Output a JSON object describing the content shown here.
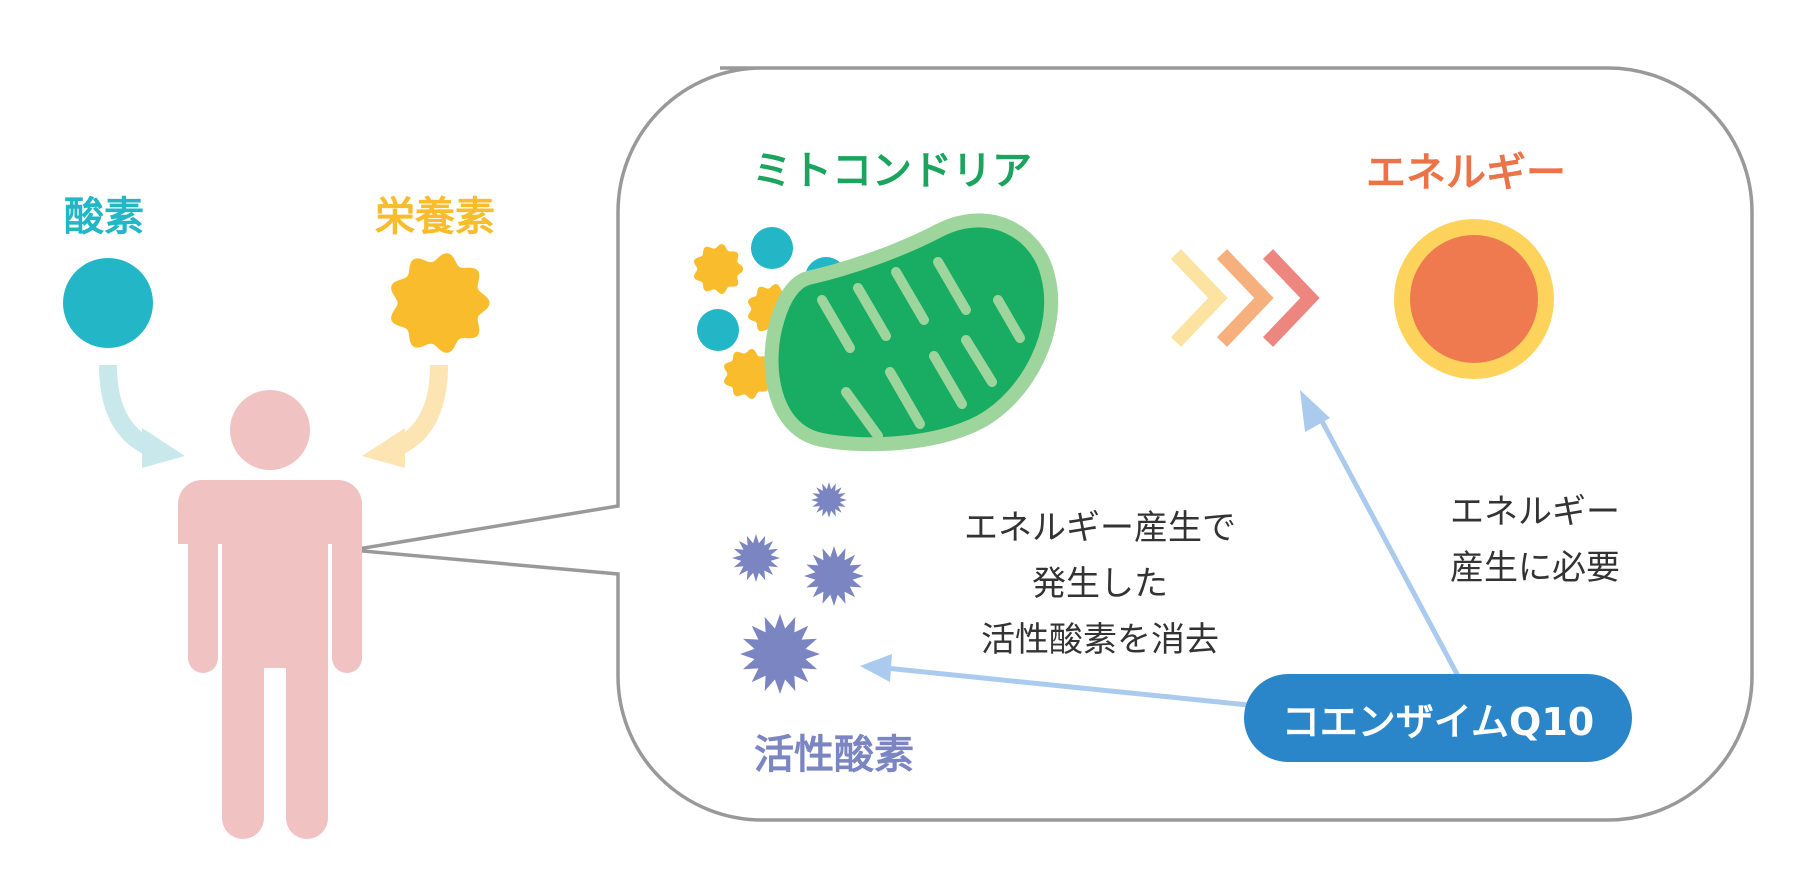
{
  "labels": {
    "oxygen": "酸素",
    "nutrients": "栄養素",
    "mitochondria": "ミトコンドリア",
    "energy": "エネルギー",
    "active_oxygen": "活性酸素",
    "coq10": "コエンザイムQ10"
  },
  "notes": {
    "eliminate": [
      "エネルギー産生で",
      "発生した",
      "活性酸素を消去"
    ],
    "needed": [
      "エネルギー",
      "産生に必要"
    ]
  },
  "colors": {
    "oxygen": "#22b6c6",
    "nutrients": "#f8bc2c",
    "mitochondria_text": "#1aa45e",
    "mitochondria_body": "#18ad62",
    "mitochondria_outline": "#9ed59c",
    "energy_text": "#ec7347",
    "energy_core": "#ef7a50",
    "energy_ring": "#fdd35c",
    "active_oxygen": "#7a85c2",
    "coq10": "#2b86c9",
    "arrow_blue": "#aacbee",
    "person": "#f0c2c2",
    "bubble_stroke": "#999999",
    "oxygen_arrow": "#c9e8ec",
    "nutrient_arrow": "#fde4b3",
    "chevron_1": "#fde3a2",
    "chevron_2": "#f5b07e",
    "chevron_3": "#ee8680"
  },
  "icons": [
    "oxygen-circle-icon",
    "nutrient-star-icon",
    "person-icon",
    "mitochondria-icon",
    "chevrons-icon",
    "energy-sun-icon",
    "active-oxygen-star-icon"
  ]
}
